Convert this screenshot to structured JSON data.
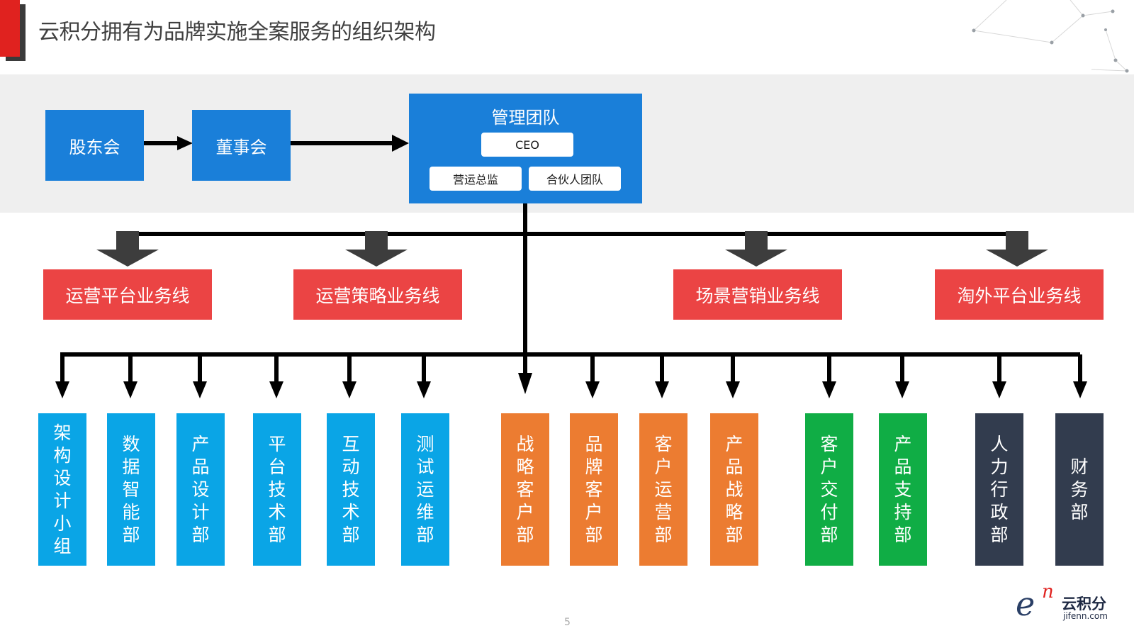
{
  "title": "云积分拥有为品牌实施全案服务的组织架构",
  "governance": {
    "shareholders": "股东会",
    "board": "董事会",
    "management": {
      "title": "管理团队",
      "ceo": "CEO",
      "ops_director": "营运总监",
      "partners": "合伙人团队"
    }
  },
  "business_lines": [
    "运营平台业务线",
    "运营策略业务线",
    "场景营销业务线",
    "淘外平台业务线"
  ],
  "departments": [
    {
      "label": "架构设计小组",
      "group": "blue"
    },
    {
      "label": "数据智能部",
      "group": "blue"
    },
    {
      "label": "产品设计部",
      "group": "blue"
    },
    {
      "label": "平台技术部",
      "group": "blue"
    },
    {
      "label": "互动技术部",
      "group": "blue"
    },
    {
      "label": "测试运维部",
      "group": "blue"
    },
    {
      "label": "战略客户部",
      "group": "orange"
    },
    {
      "label": "品牌客户部",
      "group": "orange"
    },
    {
      "label": "客户运营部",
      "group": "orange"
    },
    {
      "label": "产品战略部",
      "group": "orange"
    },
    {
      "label": "客户交付部",
      "group": "green"
    },
    {
      "label": "产品支持部",
      "group": "green"
    },
    {
      "label": "人力行政部",
      "group": "dark"
    },
    {
      "label": "财务部",
      "group": "dark"
    }
  ],
  "colors": {
    "blue_box": "#1a7fd9",
    "red_line": "#eb4444",
    "dept_blue": "#0aa5e6",
    "dept_orange": "#ec7c31",
    "dept_green": "#10ad45",
    "dept_dark": "#323c4e"
  },
  "logo": {
    "mark_e": "e",
    "mark_n": "n",
    "name": "云积分",
    "url": "jifenn.com"
  },
  "page_number": "5"
}
